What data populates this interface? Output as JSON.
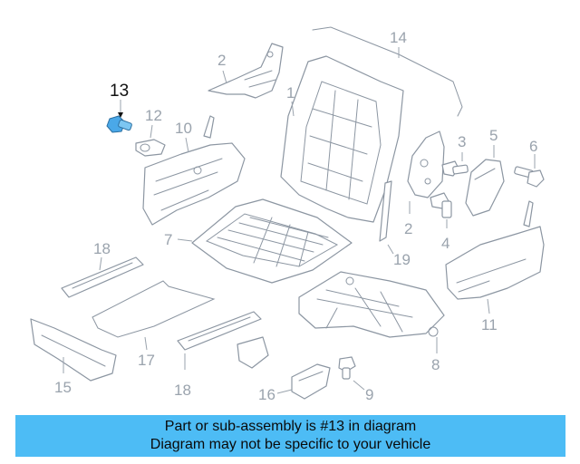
{
  "diagram": {
    "callouts": [
      "1",
      "2",
      "2",
      "3",
      "4",
      "5",
      "6",
      "7",
      "8",
      "9",
      "10",
      "11",
      "12",
      "13",
      "14",
      "15",
      "16",
      "17",
      "18",
      "18",
      "19"
    ],
    "highlighted_part": "13",
    "colors": {
      "line": "#8c96a2",
      "highlight": "#4aa8e8",
      "banner": "#4dbcf5"
    }
  },
  "banner": {
    "line1": "Part or sub-assembly is #13 in diagram",
    "line2": "Diagram may not be specific to your vehicle"
  }
}
